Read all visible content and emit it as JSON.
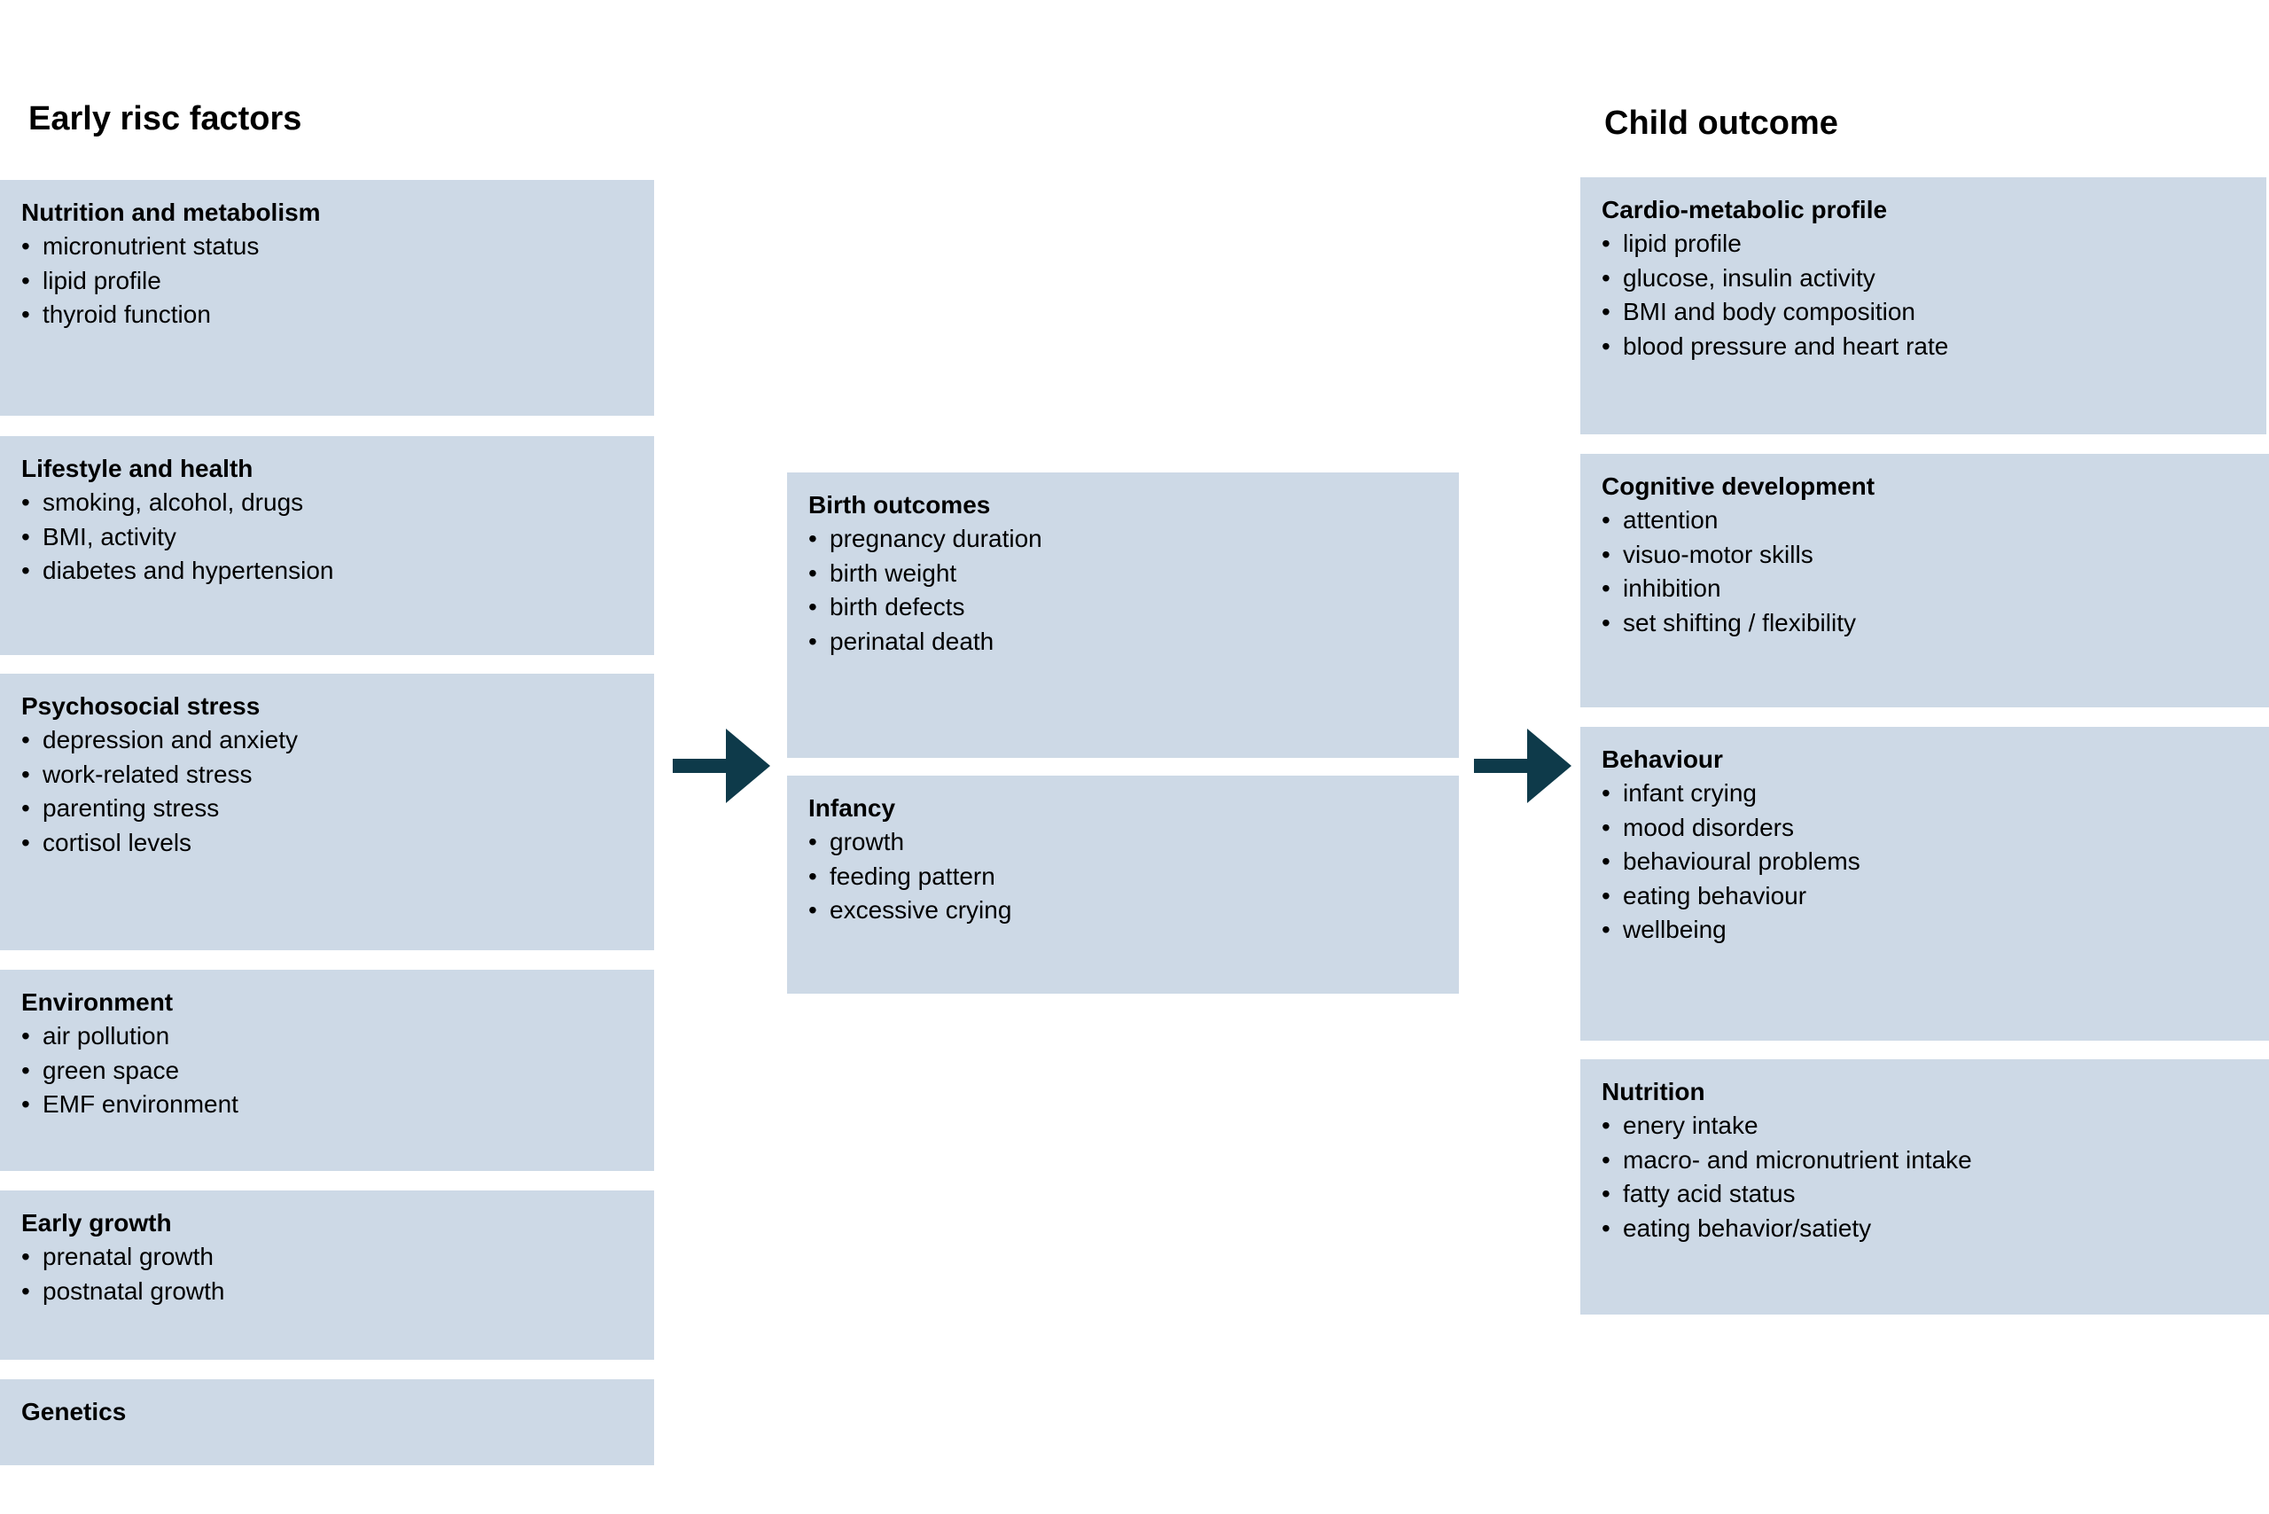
{
  "headings": {
    "left": "Early risc factors",
    "right": "Child outcome"
  },
  "left_boxes": [
    {
      "title": "Nutrition and metabolism",
      "items": [
        "micronutrient status",
        "lipid profile",
        "thyroid function"
      ]
    },
    {
      "title": "Lifestyle and health",
      "items": [
        "smoking, alcohol, drugs",
        "BMI, activity",
        "diabetes and hypertension"
      ]
    },
    {
      "title": "Psychosocial stress",
      "items": [
        "depression and anxiety",
        "work-related stress",
        "parenting stress",
        "cortisol levels"
      ]
    },
    {
      "title": "Environment",
      "items": [
        "air pollution",
        "green space",
        "EMF environment"
      ]
    },
    {
      "title": "Early growth",
      "items": [
        "prenatal growth",
        "postnatal growth"
      ]
    },
    {
      "title": "Genetics",
      "items": []
    }
  ],
  "middle_boxes": [
    {
      "title": "Birth outcomes",
      "items": [
        "pregnancy duration",
        "birth weight",
        "birth defects",
        "perinatal death"
      ]
    },
    {
      "title": "Infancy",
      "items": [
        "growth",
        "feeding pattern",
        "excessive crying"
      ]
    }
  ],
  "right_boxes": [
    {
      "title": "Cardio-metabolic profile",
      "items": [
        "lipid profile",
        "glucose, insulin activity",
        "BMI and body composition",
        "blood pressure and heart rate"
      ]
    },
    {
      "title": "Cognitive development",
      "items": [
        "attention",
        "visuo-motor skills",
        "inhibition",
        "set shifting / flexibility"
      ]
    },
    {
      "title": "Behaviour",
      "items": [
        "infant crying",
        "mood disorders",
        "behavioural problems",
        "eating behaviour",
        "wellbeing"
      ]
    },
    {
      "title": "Nutrition",
      "items": [
        "enery intake",
        "macro- and micronutrient intake",
        "fatty acid status",
        "eating behavior/satiety"
      ]
    }
  ],
  "colors": {
    "box_fill": "#cdd9e6",
    "arrow": "#0e3a4a"
  },
  "icons": [
    "arrow-right-icon",
    "arrow-right-icon"
  ]
}
